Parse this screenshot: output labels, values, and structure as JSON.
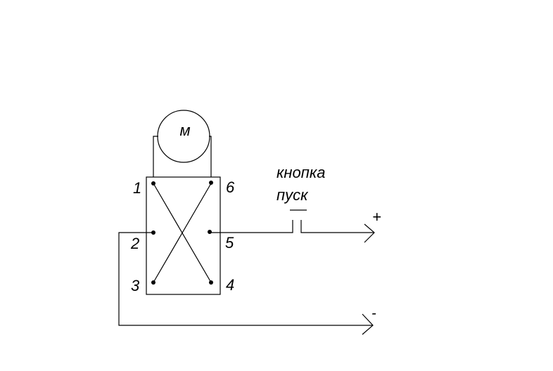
{
  "motor": {
    "label": "м"
  },
  "switch_terminals": [
    "1",
    "2",
    "3",
    "4",
    "5",
    "6"
  ],
  "button": {
    "line1": "кнопка",
    "line2": "пуск"
  },
  "polarity": {
    "positive": "+",
    "negative": "-"
  }
}
